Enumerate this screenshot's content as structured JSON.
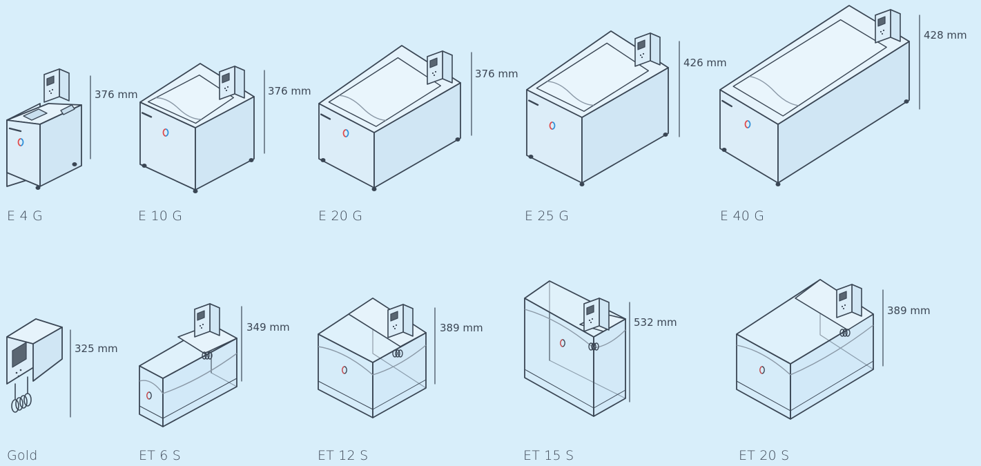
{
  "colors": {
    "background": "#d8eefa",
    "stroke": "#3a4654",
    "top_face": "#e6f3fb",
    "front_face": "#dcedf8",
    "side_face": "#d0e6f4",
    "water_line": "#8a98a6",
    "logo_red": "#e14a4a",
    "logo_blue": "#2f8fd8"
  },
  "devices": [
    {
      "id": "e4g",
      "kind": "thermostat_heating",
      "name": "E 4 G",
      "height": "376 mm"
    },
    {
      "id": "e10g",
      "kind": "bath_closed",
      "name": "E 10 G",
      "height": "376 mm"
    },
    {
      "id": "e20g",
      "kind": "bath_closed",
      "name": "E 20 G",
      "height": "376 mm"
    },
    {
      "id": "e25g",
      "kind": "bath_closed",
      "name": "E 25 G",
      "height": "426 mm"
    },
    {
      "id": "e40g",
      "kind": "bath_closed",
      "name": "E 40 G",
      "height": "428 mm"
    },
    {
      "id": "gold",
      "kind": "immersion_thermostat",
      "name": "Gold",
      "height": "325 mm"
    },
    {
      "id": "et6s",
      "kind": "bath_transparent",
      "name": "ET 6 S",
      "height": "349 mm"
    },
    {
      "id": "et12s",
      "kind": "bath_transparent",
      "name": "ET 12 S",
      "height": "389 mm"
    },
    {
      "id": "et15s",
      "kind": "bath_transparent",
      "name": "ET 15 S",
      "height": "532 mm"
    },
    {
      "id": "et20s",
      "kind": "bath_transparent",
      "name": "ET 20 S",
      "height": "389 mm"
    }
  ]
}
